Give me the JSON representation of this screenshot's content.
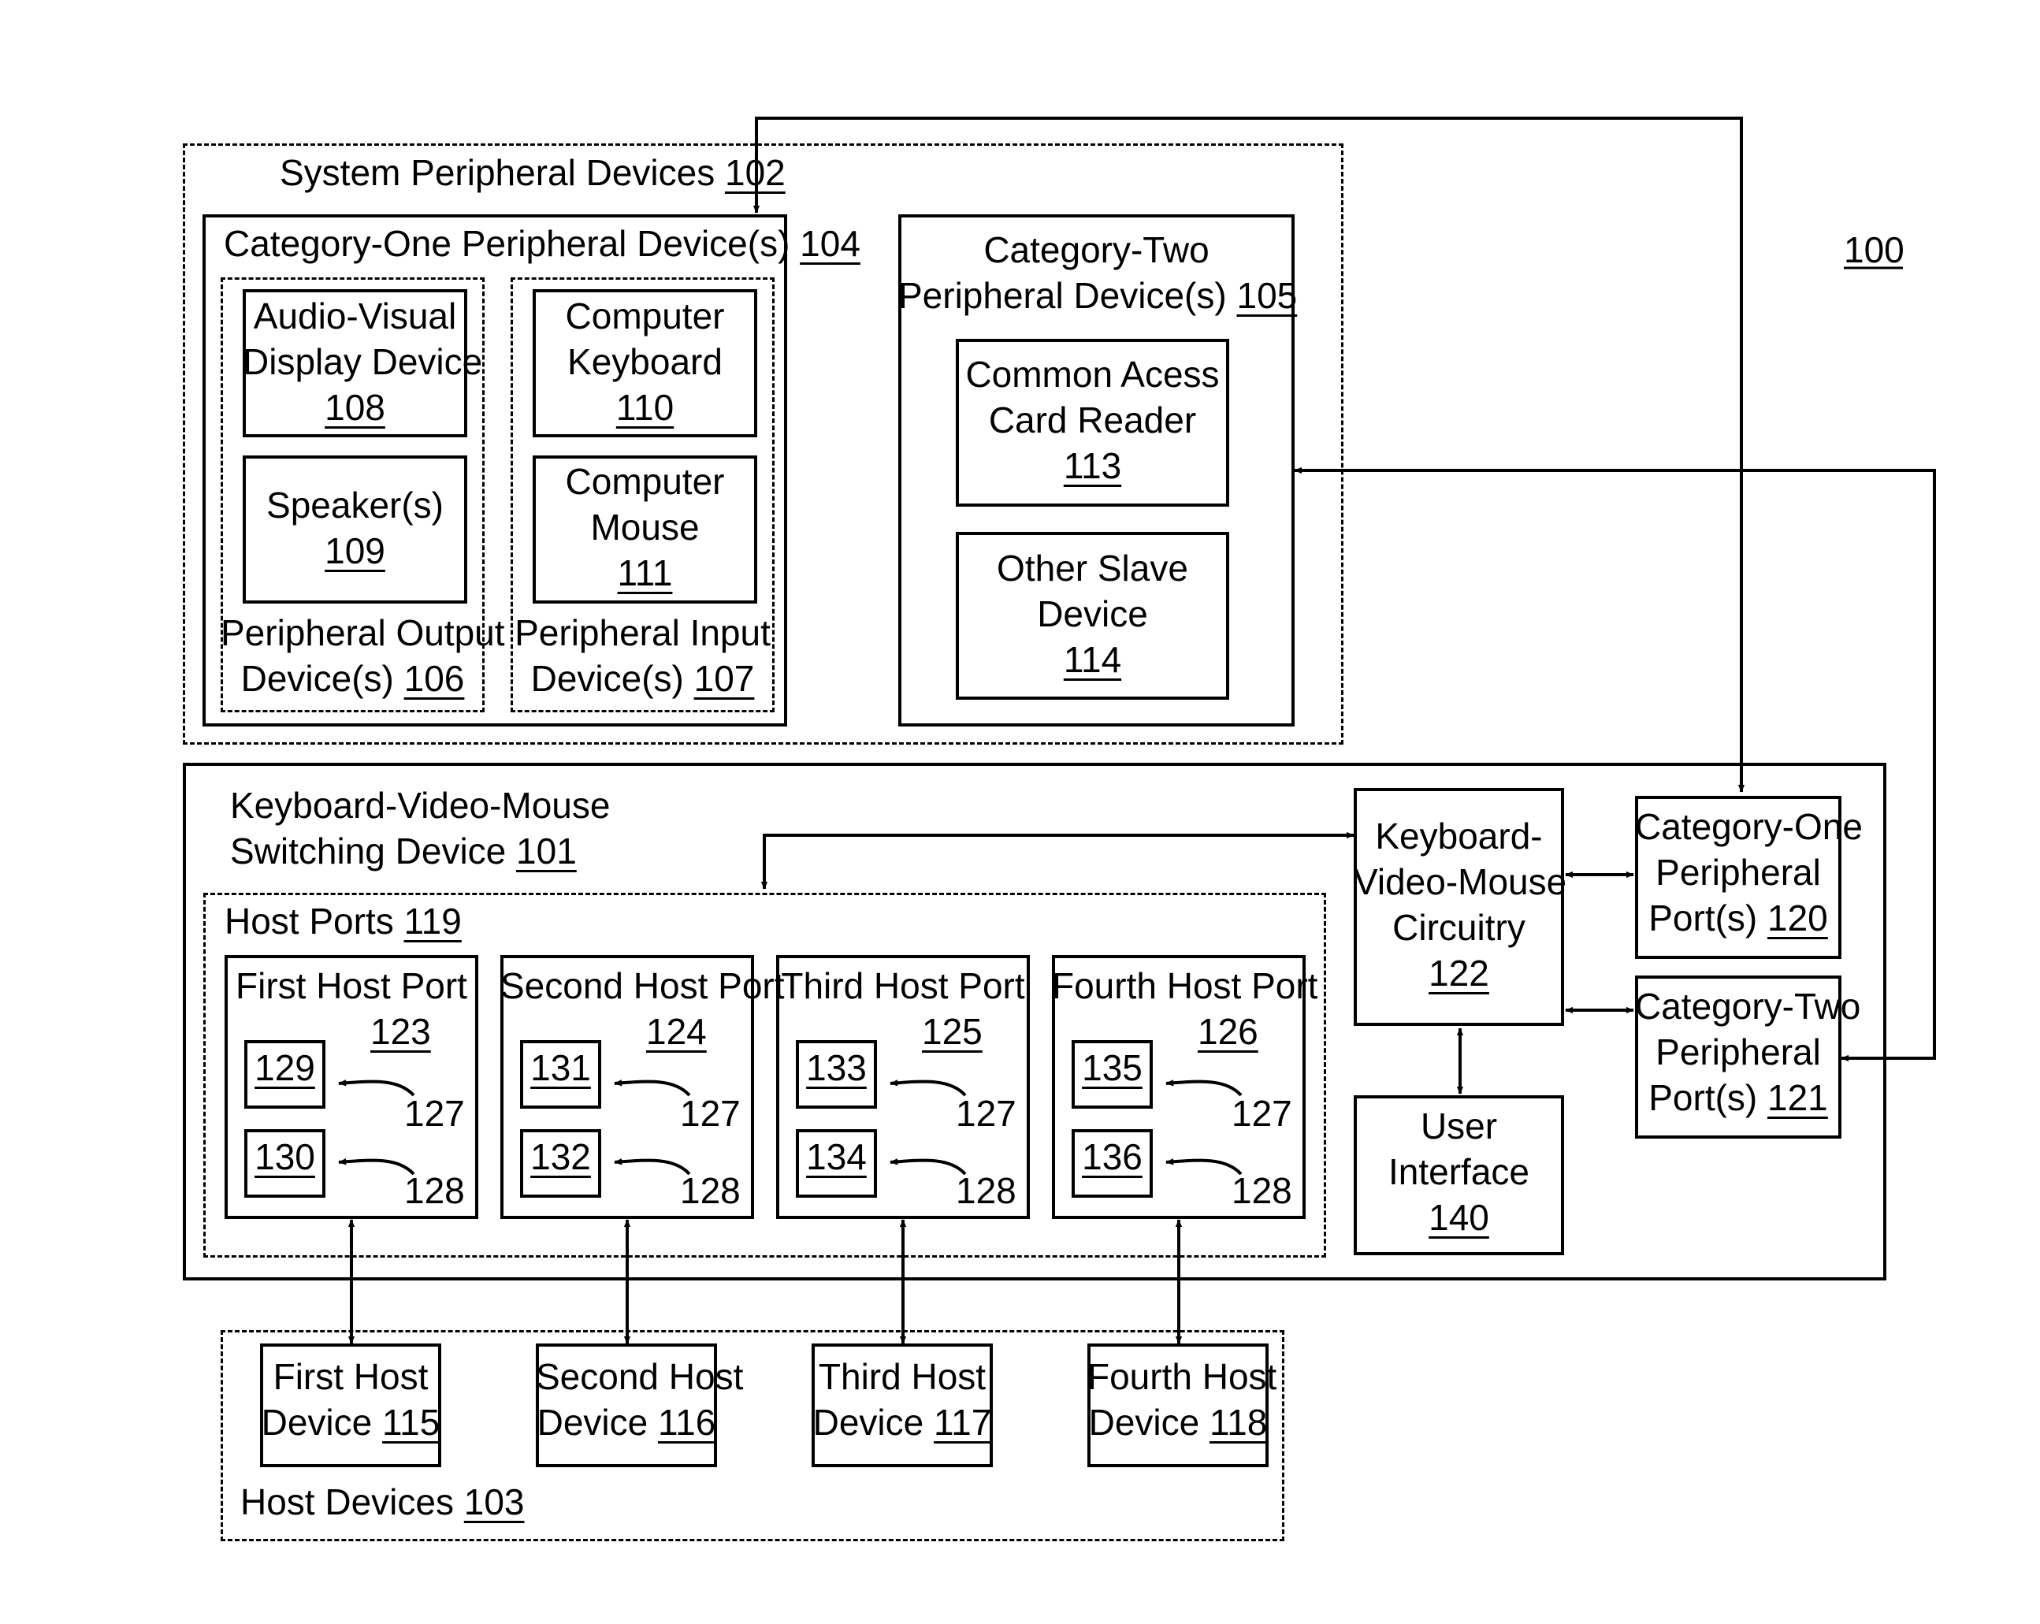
{
  "figure_number": "100",
  "system_peripheral_devices": {
    "title": "System Peripheral Devices",
    "ref": "102"
  },
  "category_one_peripheral_devices": {
    "title": "Category-One Peripheral Device(s)",
    "ref": "104"
  },
  "audio_visual_display": {
    "line1": "Audio-Visual",
    "line2": "Display Device",
    "ref": "108"
  },
  "speakers": {
    "line1": "Speaker(s)",
    "ref": "109"
  },
  "peripheral_output": {
    "line1": "Peripheral Output",
    "line2": "Device(s)",
    "ref": "106"
  },
  "computer_keyboard": {
    "line1": "Computer",
    "line2": "Keyboard",
    "ref": "110"
  },
  "computer_mouse": {
    "line1": "Computer",
    "line2": "Mouse",
    "ref": "111"
  },
  "peripheral_input": {
    "line1": "Peripheral Input",
    "line2": "Device(s)",
    "ref": "107"
  },
  "category_two_peripheral_devices": {
    "line1": "Category-Two",
    "line2": "Peripheral Device(s)",
    "ref": "105"
  },
  "common_access_card_reader": {
    "line1": "Common Acess",
    "line2": "Card Reader",
    "ref": "113"
  },
  "other_slave_device": {
    "line1": "Other Slave",
    "line2": "Device",
    "ref": "114"
  },
  "kvm_switching_device": {
    "line1": "Keyboard-Video-Mouse",
    "line2": "Switching Device",
    "ref": "101"
  },
  "host_ports": {
    "title": "Host Ports",
    "ref": "119"
  },
  "kvm_circuitry": {
    "line1": "Keyboard-",
    "line2": "Video-Mouse",
    "line3": "Circuitry",
    "ref": "122"
  },
  "category_one_ports": {
    "line1": "Category-One",
    "line2": "Peripheral",
    "line3": "Port(s)",
    "ref": "120"
  },
  "category_two_ports": {
    "line1": "Category-Two",
    "line2": "Peripheral",
    "line3": "Port(s)",
    "ref": "121"
  },
  "user_interface": {
    "line1": "User",
    "line2": "Interface",
    "ref": "140"
  },
  "host_port_boxes": [
    {
      "title": "First Host Port",
      "ref": "123",
      "top_ref": "129",
      "bottom_ref": "130",
      "top_lead": "127",
      "bottom_lead": "128"
    },
    {
      "title": "Second Host Port",
      "ref": "124",
      "top_ref": "131",
      "bottom_ref": "132",
      "top_lead": "127",
      "bottom_lead": "128"
    },
    {
      "title": "Third Host Port",
      "ref": "125",
      "top_ref": "133",
      "bottom_ref": "134",
      "top_lead": "127",
      "bottom_lead": "128"
    },
    {
      "title": "Fourth Host Port",
      "ref": "126",
      "top_ref": "135",
      "bottom_ref": "136",
      "top_lead": "127",
      "bottom_lead": "128"
    }
  ],
  "host_devices": {
    "title": "Host Devices",
    "ref": "103"
  },
  "host_device_boxes": [
    {
      "line1": "First Host",
      "line2": "Device",
      "ref": "115"
    },
    {
      "line1": "Second Host",
      "line2": "Device",
      "ref": "116"
    },
    {
      "line1": "Third Host",
      "line2": "Device",
      "ref": "117"
    },
    {
      "line1": "Fourth Host",
      "line2": "Device",
      "ref": "118"
    }
  ]
}
